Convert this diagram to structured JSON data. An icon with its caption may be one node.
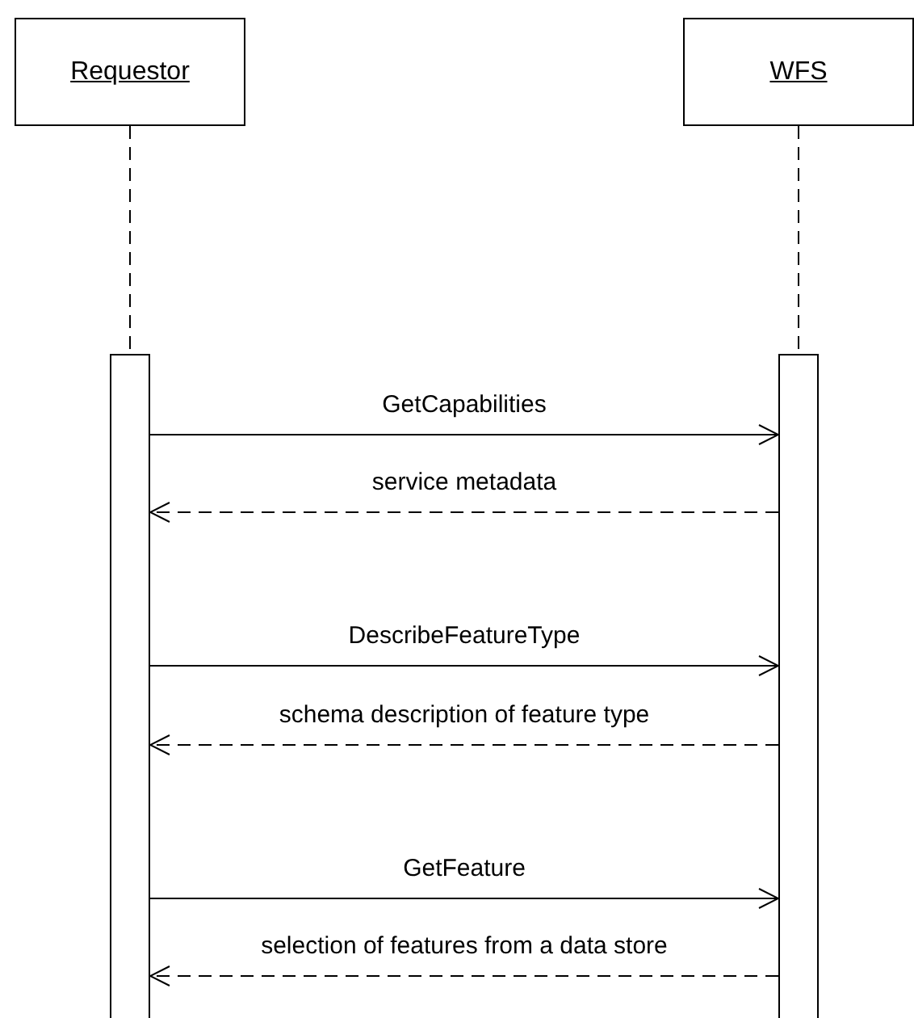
{
  "diagram": {
    "nodes": [
      {
        "text": [
          "Requestor"
        ]
      },
      {
        "text": [
          "WFS"
        ]
      },
      {
        "text": [],
        "shape": "bar"
      },
      {
        "text": [],
        "shape": "bar"
      }
    ],
    "edges": [
      {
        "from": 0,
        "to": 2,
        "arrow": "none",
        "style": "dashed"
      },
      {
        "from": 1,
        "to": 3,
        "arrow": "none",
        "style": "dashed"
      },
      {
        "from": 2,
        "to": 3,
        "arrow": "to",
        "label": "GetCapabilities"
      },
      {
        "from": 3,
        "to": 2,
        "arrow": "to",
        "label": "service metadata",
        "style": "dashed"
      },
      {
        "from": 2,
        "to": 3,
        "arrow": "to",
        "label": "DescribeFeatureType"
      },
      {
        "from": 3,
        "to": 2,
        "arrow": "to",
        "label": "schema description of feature type",
        "style": "dashed"
      },
      {
        "from": 2,
        "to": 3,
        "arrow": "to",
        "label": "GetFeature"
      },
      {
        "from": 3,
        "to": 2,
        "arrow": "to",
        "label": "selection of features from a data store",
        "style": "dashed"
      }
    ]
  }
}
